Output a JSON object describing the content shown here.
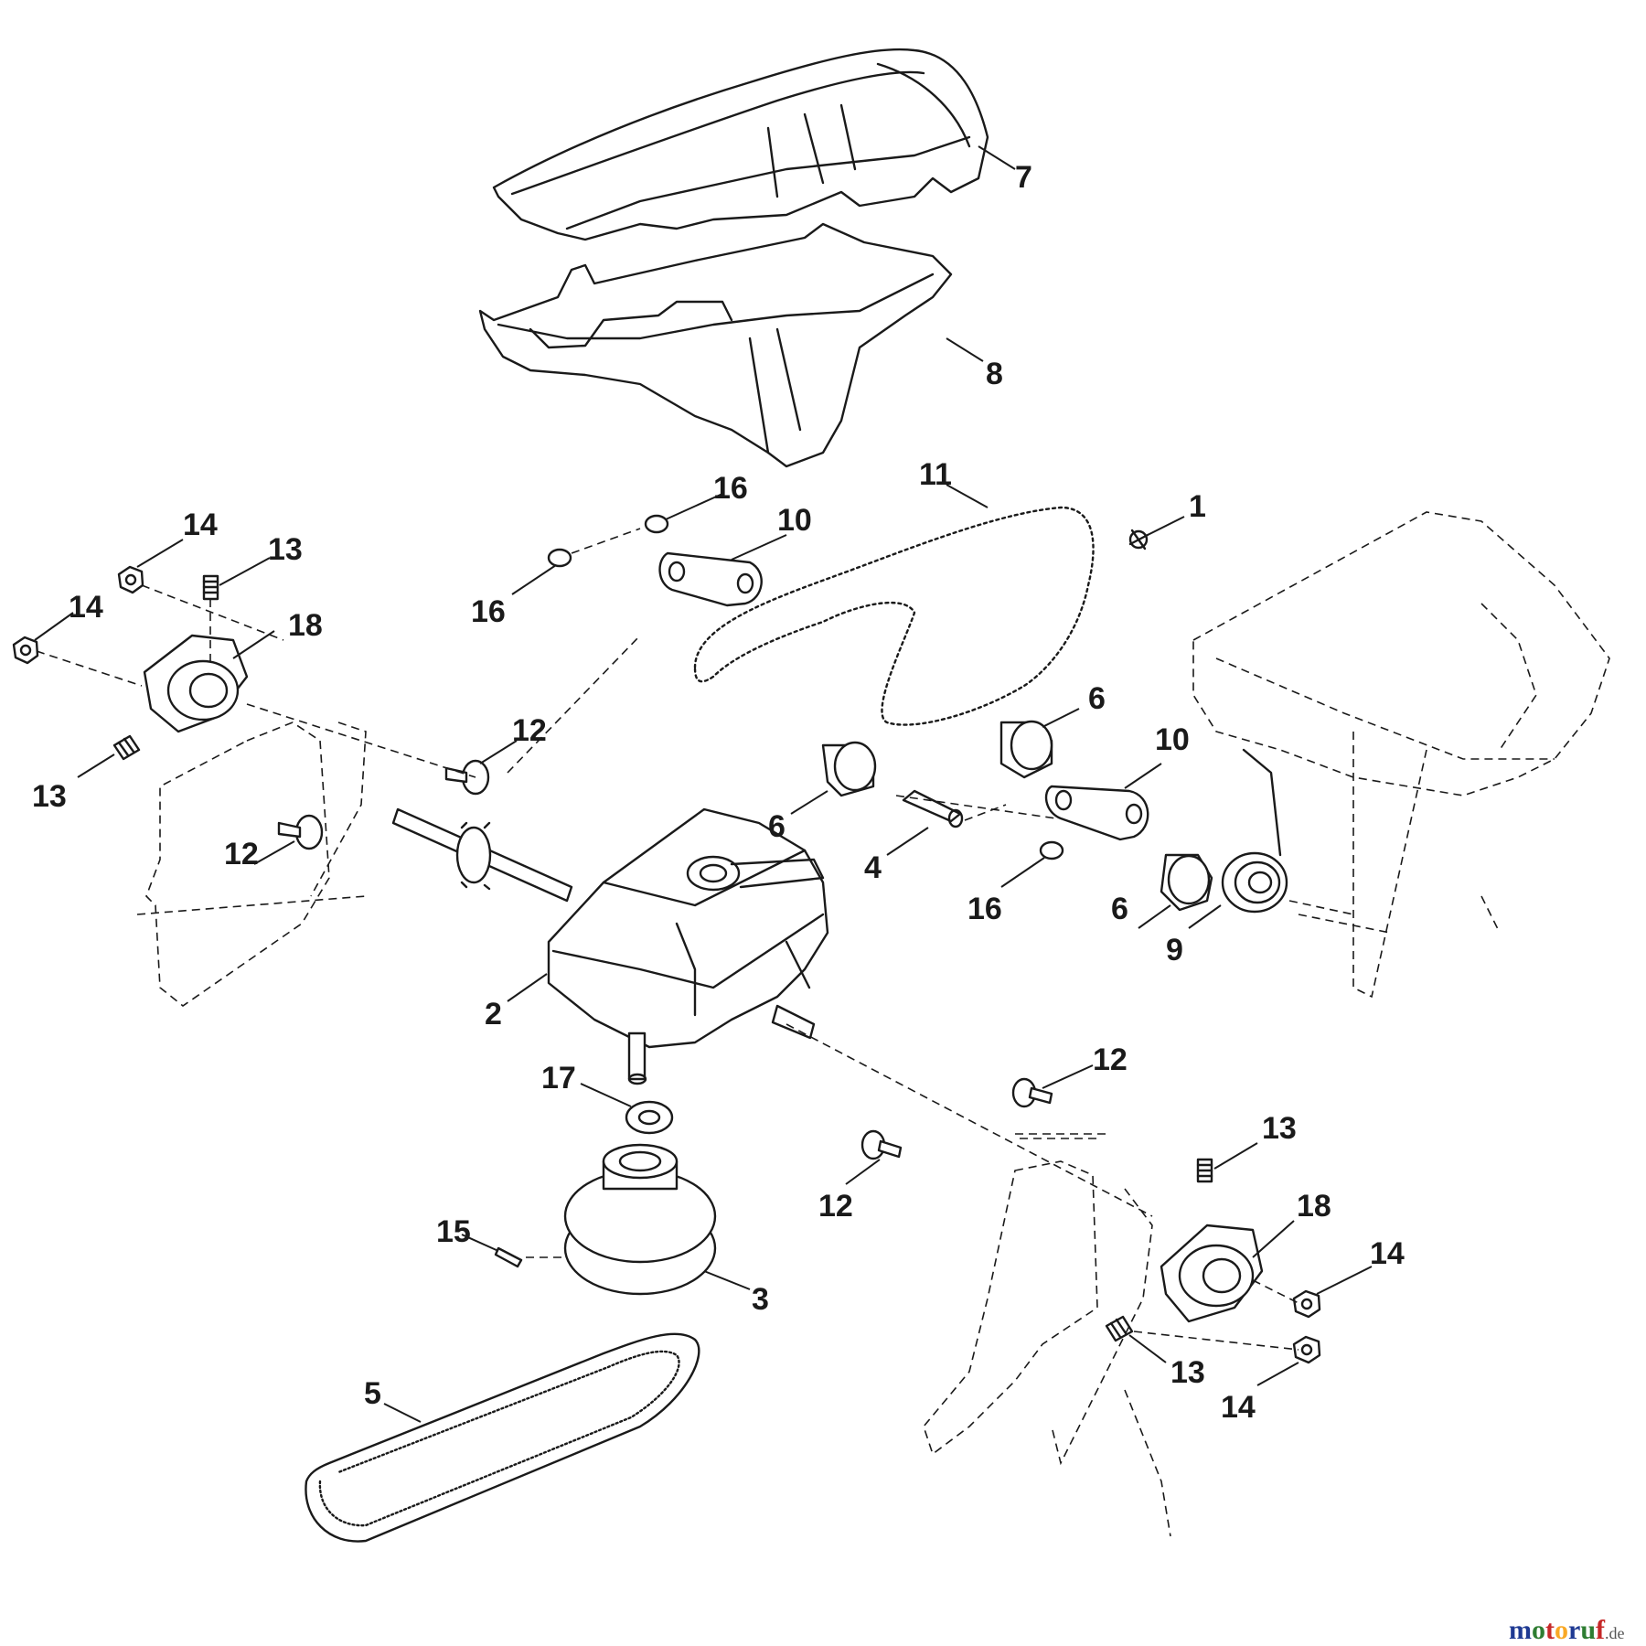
{
  "callouts": [
    {
      "id": "c7",
      "label": "7"
    },
    {
      "id": "c8",
      "label": "8"
    },
    {
      "id": "c11",
      "label": "11"
    },
    {
      "id": "c1",
      "label": "1"
    },
    {
      "id": "c16a",
      "label": "16"
    },
    {
      "id": "c10a",
      "label": "10"
    },
    {
      "id": "c16b",
      "label": "16"
    },
    {
      "id": "c14a",
      "label": "14"
    },
    {
      "id": "c13a",
      "label": "13"
    },
    {
      "id": "c14b",
      "label": "14"
    },
    {
      "id": "c18a",
      "label": "18"
    },
    {
      "id": "c13b",
      "label": "13"
    },
    {
      "id": "c12a",
      "label": "12"
    },
    {
      "id": "c12b",
      "label": "12"
    },
    {
      "id": "c6a",
      "label": "6"
    },
    {
      "id": "c10b",
      "label": "10"
    },
    {
      "id": "c6b",
      "label": "6"
    },
    {
      "id": "c4",
      "label": "4"
    },
    {
      "id": "c16c",
      "label": "16"
    },
    {
      "id": "c6c",
      "label": "6"
    },
    {
      "id": "c9",
      "label": "9"
    },
    {
      "id": "c2",
      "label": "2"
    },
    {
      "id": "c17",
      "label": "17"
    },
    {
      "id": "c12c",
      "label": "12"
    },
    {
      "id": "c12d",
      "label": "12"
    },
    {
      "id": "c13c",
      "label": "13"
    },
    {
      "id": "c15",
      "label": "15"
    },
    {
      "id": "c18b",
      "label": "18"
    },
    {
      "id": "c3",
      "label": "3"
    },
    {
      "id": "c14c",
      "label": "14"
    },
    {
      "id": "c13d",
      "label": "13"
    },
    {
      "id": "c14d",
      "label": "14"
    },
    {
      "id": "c5",
      "label": "5"
    }
  ],
  "watermark": {
    "brand": "motoruf",
    "suffix": ".de",
    "colors": {
      "m": "#1f3a93",
      "o": "#2e7d32",
      "t": "#c62828",
      "o2": "#f9a825",
      "r": "#1f3a93",
      "u": "#2e7d32",
      "f": "#c62828",
      "suffix": "#555555"
    }
  }
}
